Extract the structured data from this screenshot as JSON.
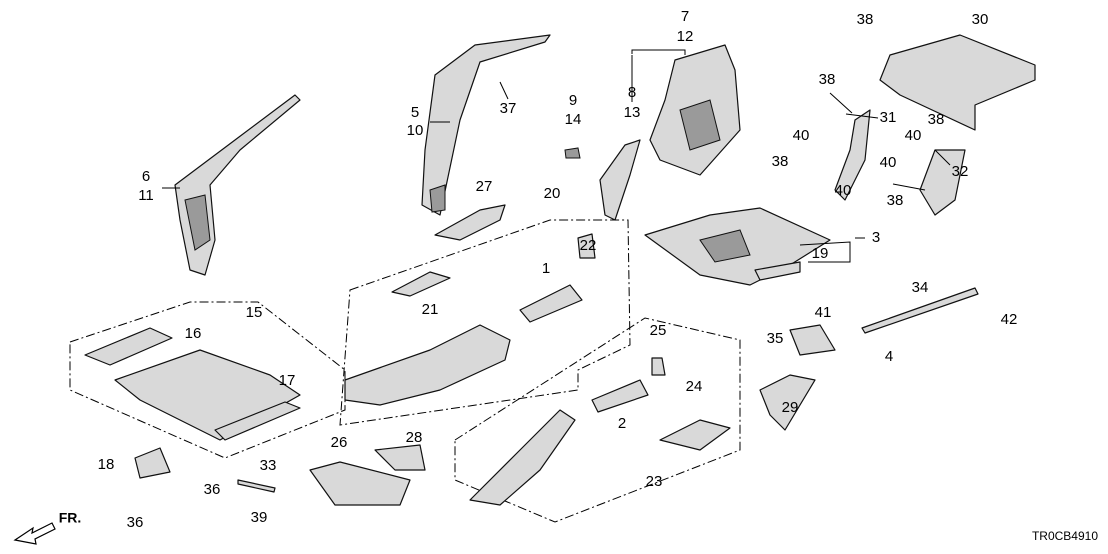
{
  "diagram_code": "TR0CB4910",
  "front_indicator": "FR.",
  "callouts": [
    "1",
    "2",
    "3",
    "4",
    "5",
    "6",
    "7",
    "8",
    "9",
    "10",
    "11",
    "12",
    "13",
    "14",
    "15",
    "16",
    "17",
    "18",
    "19",
    "20",
    "21",
    "22",
    "23",
    "24",
    "25",
    "26",
    "27",
    "28",
    "29",
    "30",
    "31",
    "32",
    "33",
    "34",
    "35",
    "36",
    "37",
    "38",
    "39",
    "40",
    "41",
    "42"
  ]
}
